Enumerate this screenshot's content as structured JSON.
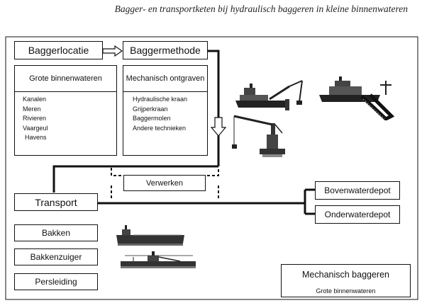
{
  "header": {
    "title": "Bagger- en transportketen bij hydraulisch baggeren in kleine binnenwateren"
  },
  "boxes": {
    "baggerlocatie": "Baggerlocatie",
    "baggermethode": "Baggermethode",
    "grote_binnenwateren": "Grote binnenwateren",
    "mechanisch_ontgraven": "Mechanisch ontgraven",
    "verwerken": "Verwerken",
    "transport": "Transport",
    "bovenwaterdepot": "Bovenwaterdepot",
    "onderwaterdepot": "Onderwaterdepot",
    "bakken": "Bakken",
    "bakkenzuiger": "Bakkenzuiger",
    "persleiding": "Persleiding"
  },
  "locations": [
    "Kanalen",
    "Meren",
    "Rivieren",
    "Vaargeul",
    "Havens"
  ],
  "methods": [
    "Hydraulische kraan",
    "Grijperkraan",
    "Baggermolen",
    "Andere technieken"
  ],
  "legend": {
    "title": "Mechanisch baggeren",
    "subtitle": "Grote binnenwateren"
  }
}
